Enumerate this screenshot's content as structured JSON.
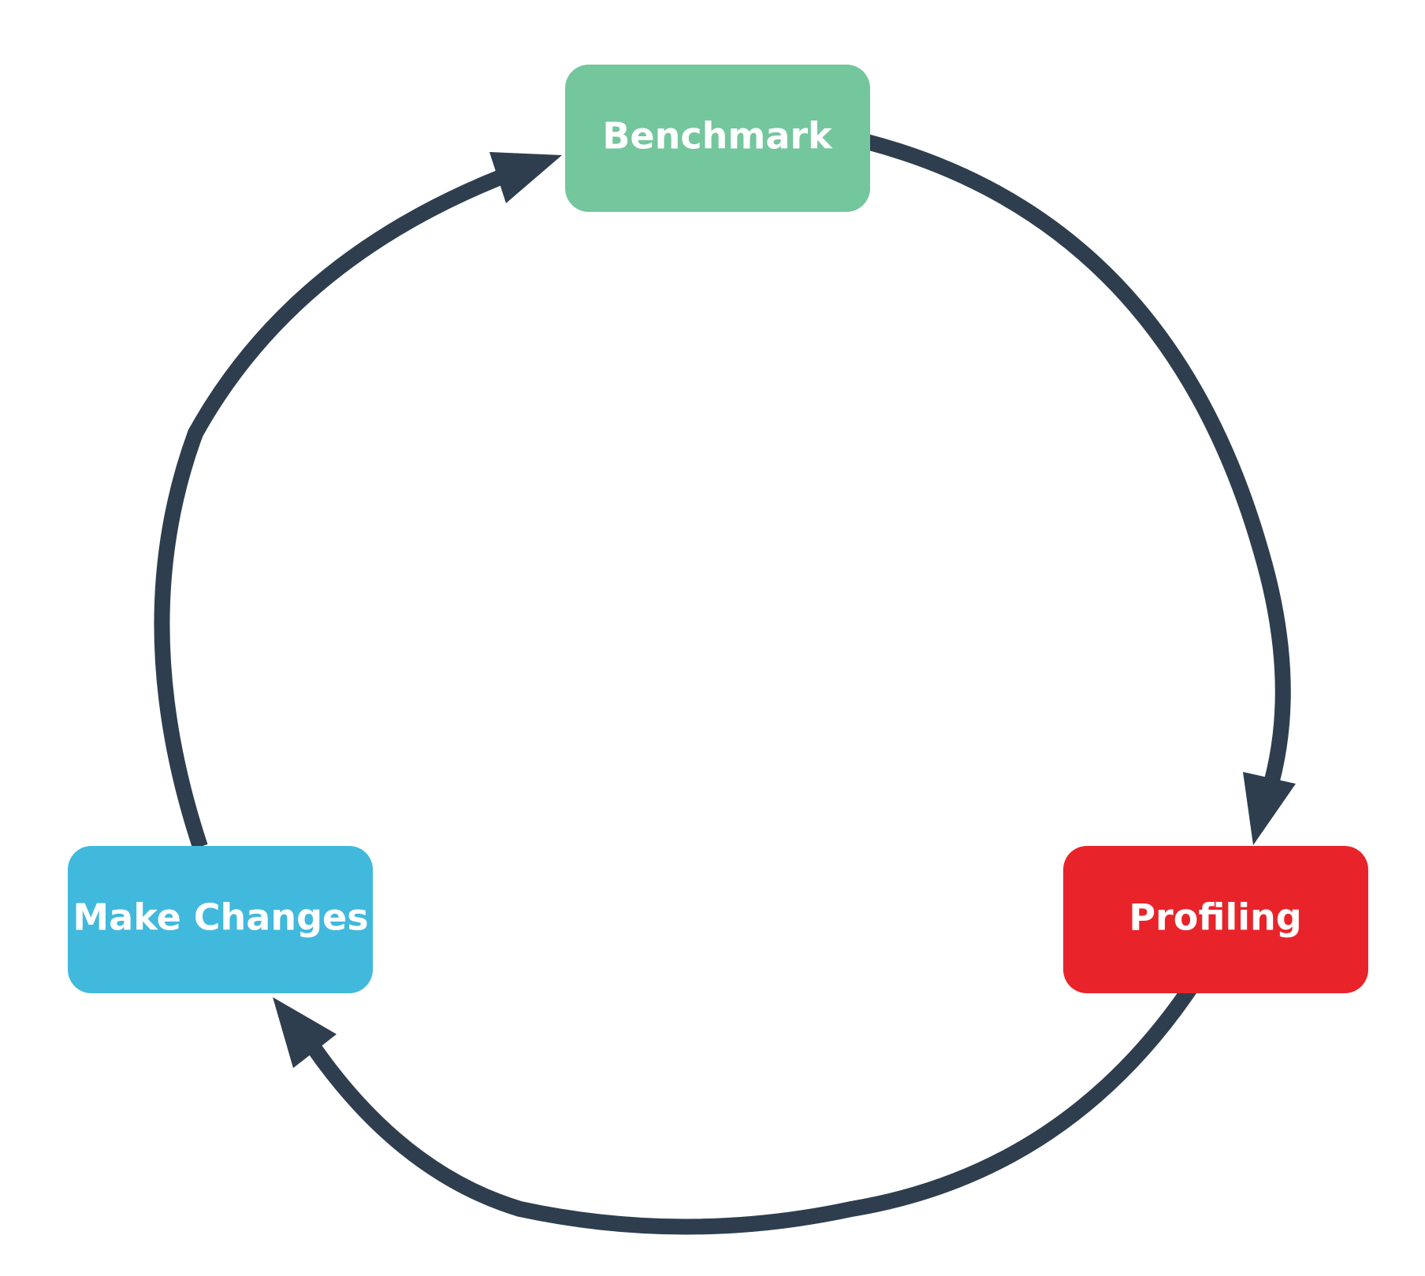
{
  "colors": {
    "background": "#ffffff",
    "arrow": "#2e3e4e",
    "label_text": "#ffffff"
  },
  "nodes": {
    "benchmark": {
      "label": "Benchmark",
      "color": "#74c69d"
    },
    "profiling": {
      "label": "Profiling",
      "color": "#e8242a"
    },
    "make_changes": {
      "label": "Make Changes",
      "color": "#40b9dd"
    }
  },
  "edges": [
    {
      "from": "benchmark",
      "to": "profiling"
    },
    {
      "from": "profiling",
      "to": "make_changes"
    },
    {
      "from": "make_changes",
      "to": "benchmark"
    }
  ]
}
